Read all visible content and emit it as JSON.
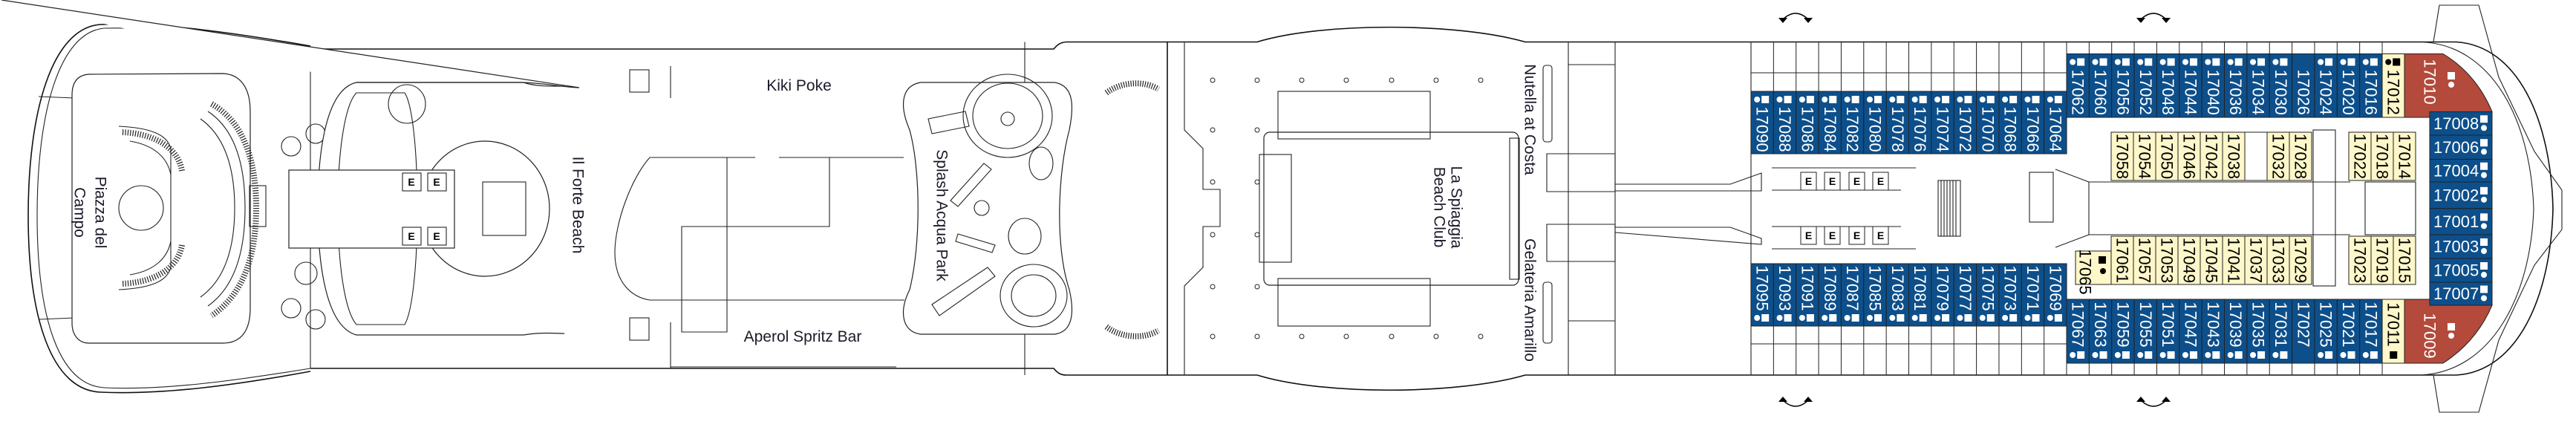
{
  "title": "Deck 17",
  "colors": {
    "blue": "#0d4f8b",
    "yellow": "#fdf7c9",
    "red": "#b34a3b",
    "line": "#222222"
  },
  "venues": {
    "piazza_line1": "Piazza del",
    "piazza_line2": "Campo",
    "il_forte": "Il Forte Beach",
    "kiki_poke": "Kiki Poke",
    "aperol": "Aperol Spritz Bar",
    "splash": "Splash Acqua Park",
    "spiaggia_line1": "La Spiaggia",
    "spiaggia_line2": "Beach Club",
    "nutella": "Nutella at Costa",
    "gelateria": "Gelateria Amarillo"
  },
  "elevator_label": "E",
  "cabins": {
    "top_left": [
      "17090",
      "17088",
      "17086",
      "17084",
      "17082",
      "17080",
      "17078",
      "17076",
      "17074",
      "17072",
      "17070",
      "17068",
      "17066",
      "17064"
    ],
    "bottom_left": [
      "17095",
      "17093",
      "17091",
      "17089",
      "17087",
      "17085",
      "17083",
      "17081",
      "17079",
      "17077",
      "17075",
      "17073",
      "17071",
      "17069"
    ],
    "top_main": [
      "17062",
      "17060",
      "17056",
      "17052",
      "17048",
      "17044",
      "17040",
      "17036",
      "17034",
      "17030",
      "17026",
      "17024",
      "17020",
      "17016",
      "17012"
    ],
    "bottom_main": [
      "17067",
      "17063",
      "17059",
      "17055",
      "17051",
      "17047",
      "17043",
      "17039",
      "17035",
      "17031",
      "17027",
      "17025",
      "17021",
      "17017",
      "17011"
    ],
    "inner_top_aft": [
      "17058",
      "17054",
      "17050",
      "17046",
      "17042",
      "17038",
      null,
      "17032",
      "17028"
    ],
    "inner_top_fwd": [
      "17022",
      "17018",
      "17014"
    ],
    "inner_bottom_aft": [
      "17061",
      "17057",
      "17053",
      "17049",
      "17045",
      "17041",
      "17037",
      "17033",
      "17029"
    ],
    "inner_bottom_fwd": [
      "17023",
      "17019",
      "17015"
    ],
    "inner_small": [
      "17065"
    ],
    "bow_column": [
      "17008",
      "17006",
      "17004",
      "17002",
      "17001",
      "17003",
      "17005",
      "17007"
    ],
    "suite_top": [
      "17010"
    ],
    "suite_bottom": [
      "17009"
    ]
  },
  "cabin_types": {
    "top_left": "blue",
    "bottom_left": "blue",
    "top_main": "blue",
    "bottom_main": "blue",
    "inner_top_aft": "yellow",
    "inner_top_fwd": "yellow",
    "inner_bottom_aft": "yellow",
    "inner_bottom_fwd": "yellow",
    "inner_small": "yellow",
    "bow_column": "blue",
    "suite_top": "red",
    "suite_bottom": "red"
  },
  "cabin_type_overrides": {
    "17012": "yellow",
    "17011": "yellow"
  },
  "cabins_without_marks": [
    "17026",
    "17027"
  ],
  "cabins_with_dark_marks": [
    "17012",
    "17011",
    "17065"
  ]
}
